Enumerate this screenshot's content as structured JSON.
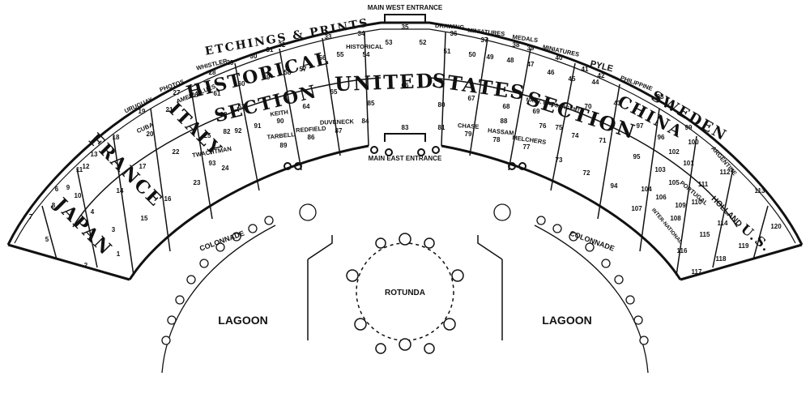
{
  "entrances": {
    "west": "MAIN WEST ENTRANCE",
    "east": "MAIN EAST ENTRANCE"
  },
  "sections": {
    "us_a": "UNITED",
    "us_b": "STATES",
    "us_c": "SECTION",
    "hist_a": "HISTORICAL",
    "hist_b": "SECTION",
    "etchings": "ETCHINGS & PRINTS",
    "france": "FRANCE",
    "japan": "JAPAN",
    "italy": "ITALY",
    "china": "CHINA",
    "sweden": "SWEDEN",
    "us_short": "U.S."
  },
  "areas": {
    "colonnade": "COLONNADE",
    "lagoon": "LAGOON",
    "rotunda": "ROTUNDA"
  },
  "rooms": {
    "r1": "1",
    "r2": "2",
    "r3": "3",
    "r4": "4",
    "r5": "5",
    "r6": "6",
    "r7": "7",
    "r8": "8",
    "r9": "9",
    "r10": "10",
    "r11": "11",
    "r12": "12",
    "r13": "13",
    "r14": "14",
    "r15": "15",
    "r16": "16",
    "r17": "17",
    "r18": "18",
    "r19": "19",
    "r20": "20",
    "r21": "21",
    "r22": "22",
    "r23": "23",
    "r24": "24",
    "r25": "25",
    "r26": "26",
    "r27": "27",
    "r28": "28",
    "r29": "29",
    "r30": "30",
    "r31": "31",
    "r32": "32",
    "r33": "33",
    "r34": "34",
    "r35": "35",
    "r36": "36",
    "r37": "37",
    "r38": "38",
    "r39": "39",
    "r40": "40",
    "r41": "41",
    "r42": "42",
    "r43": "43",
    "r44": "44",
    "r45": "45",
    "r46": "46",
    "r47": "47",
    "r48": "48",
    "r49": "49",
    "r50": "50",
    "r51": "51",
    "r52": "52",
    "r53": "53",
    "r54": "54",
    "r55": "55",
    "r56": "56",
    "r57": "57",
    "r58": "58",
    "r59": "59",
    "r60": "60",
    "r61": "61",
    "r62": "62",
    "r63": "63",
    "r64": "64",
    "r65": "65",
    "r66": "66",
    "r67": "67",
    "r68": "68",
    "r69": "69",
    "r70": "70",
    "r71": "71",
    "r72": "72",
    "r73": "73",
    "r74": "74",
    "r75": "75",
    "r76": "76",
    "r77": "77",
    "r78": "78",
    "r79": "79",
    "r80": "80",
    "r81": "81",
    "r82": "82",
    "r83": "83",
    "r84": "84",
    "r85": "85",
    "r86": "86",
    "r87": "87",
    "r88": "88",
    "r89": "89",
    "r90": "90",
    "r91": "91",
    "r92": "92",
    "r93": "93",
    "r94": "94",
    "r95": "95",
    "r96": "96",
    "r97": "97",
    "r98": "98",
    "r99": "99",
    "r100": "100",
    "r101": "101",
    "r102": "102",
    "r103": "103",
    "r104": "104",
    "r105": "105",
    "r106": "106",
    "r107": "107",
    "r108": "108",
    "r109": "109",
    "r110": "110",
    "r111": "111",
    "r112": "112",
    "r113": "113",
    "r114": "114",
    "r115": "115",
    "r116": "116",
    "r117": "117",
    "r118": "118",
    "r119": "119",
    "r120": "120"
  },
  "exhibitors": {
    "whistler": "WHISTLER",
    "photos": "PHOTOS",
    "uruguay": "URUGUAY",
    "cuba": "CUBA",
    "amer_blues": "AMER. BLUES",
    "historical": "HISTORICAL",
    "drawing": "DRAWING",
    "miniatures": "MINIATURES",
    "medals": "MEDALS",
    "pyle": "PYLE",
    "philippine": "PHILIPPINE",
    "keith": "KEITH",
    "twachtman": "TWACHTMAN",
    "tarbell": "TARBELL",
    "redfield": "REDFIELD",
    "duveneck": "DUVENECK",
    "chase": "CHASE",
    "hassam": "HASSAM",
    "melchers": "MELCHERS",
    "nath_ewb": "NATH. EWB.",
    "sargent": "SARGENT",
    "argentine": "ARGENTINE",
    "portugal": "PORTUGAL",
    "holland": "HOLLAND",
    "international": "INTER-NATIONAL"
  }
}
